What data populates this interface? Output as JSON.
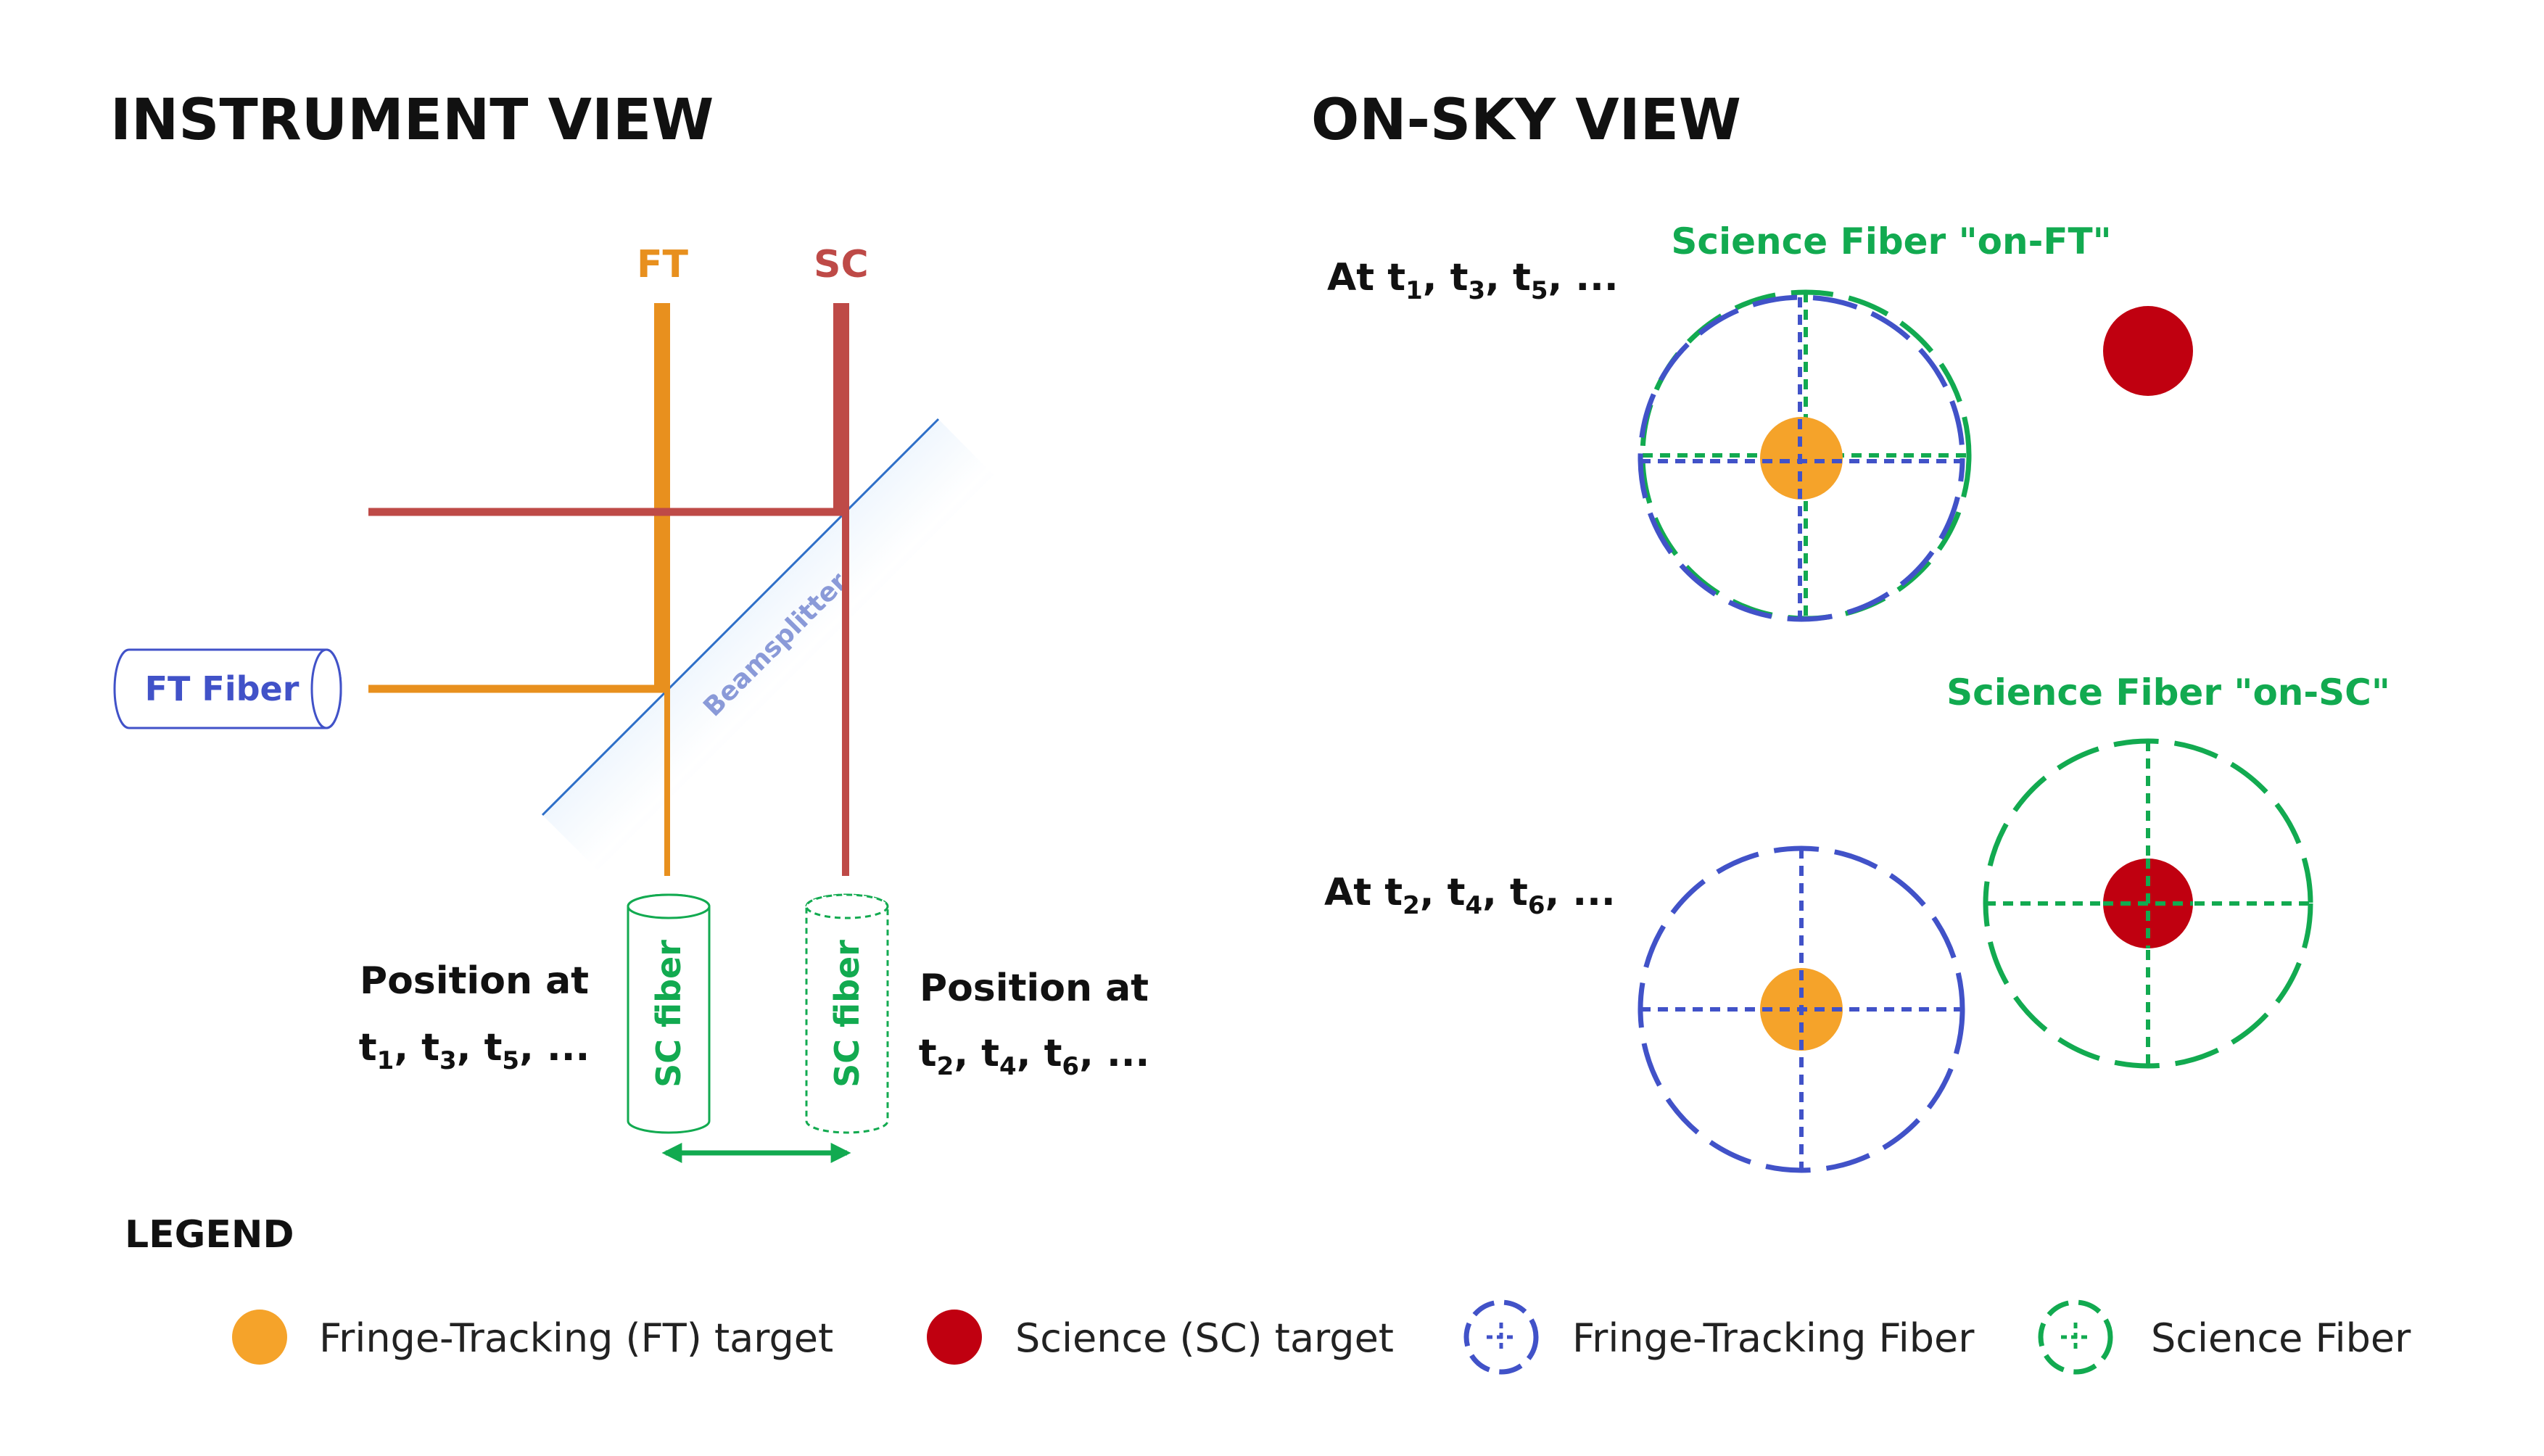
{
  "colors": {
    "ft_orange": "#E8901E",
    "sc_red": "#BE4A47",
    "sc_target": "#C00010",
    "ft_target": "#F5A32A",
    "ft_fiber_blue": "#4152C8",
    "sc_fiber_green": "#12AA50",
    "beamsplitter": "#A9CFF5"
  },
  "instrument": {
    "title": "INSTRUMENT VIEW",
    "ft_label": "FT",
    "sc_label": "SC",
    "beamsplitter_label": "Beamsplitter",
    "ft_fiber_label": "FT Fiber",
    "sc_fiber_label": "SC fiber",
    "position_left": {
      "line1": "Position at",
      "t": [
        "t",
        "t",
        "t"
      ],
      "sub": [
        "1",
        "3",
        "5"
      ],
      "tail": "..."
    },
    "position_right": {
      "line1": "Position at",
      "t": [
        "t",
        "t",
        "t"
      ],
      "sub": [
        "2",
        "4",
        "6"
      ],
      "tail": "..."
    }
  },
  "onsky": {
    "title": "ON-SKY VIEW",
    "on_ft_label": "Science Fiber \"on-FT\"",
    "on_sc_label": "Science Fiber \"on-SC\"",
    "row1_prefix": "At",
    "row1_sub": [
      "1",
      "3",
      "5"
    ],
    "row2_prefix": "At",
    "row2_sub": [
      "2",
      "4",
      "6"
    ],
    "tail": "..."
  },
  "legend": {
    "title": "LEGEND",
    "items": [
      {
        "label": "Fringe-Tracking (FT) target",
        "icon": "orange-dot-icon"
      },
      {
        "label": "Science (SC) target",
        "icon": "red-dot-icon"
      },
      {
        "label": "Fringe-Tracking Fiber",
        "icon": "blue-dashed-circle-icon"
      },
      {
        "label": "Science Fiber",
        "icon": "green-dashed-circle-icon"
      }
    ]
  }
}
